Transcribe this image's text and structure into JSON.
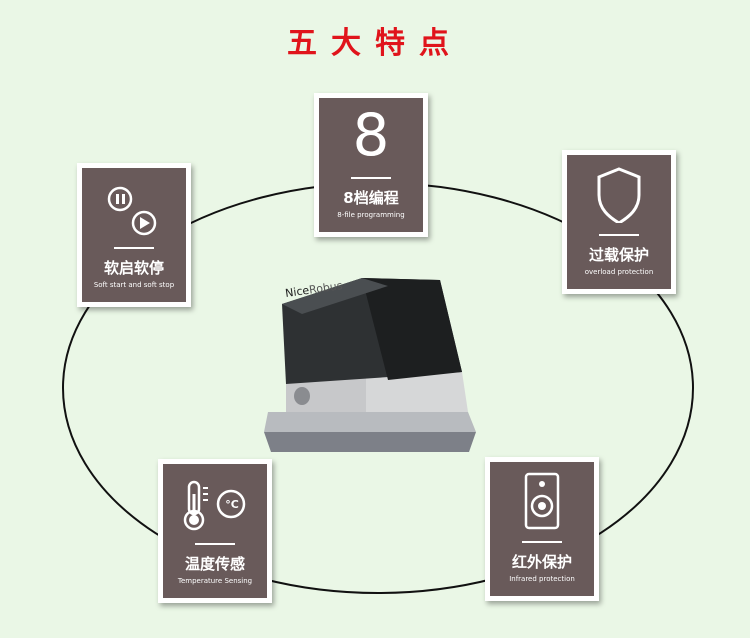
{
  "title": "五大特点",
  "features": {
    "soft": {
      "icon": "play-pause-icon",
      "label": "软启软停",
      "sub": "Soft start and soft stop"
    },
    "prog": {
      "icon": "number-8-icon",
      "number": "8",
      "label": "8档编程",
      "sub": "8-file programming"
    },
    "overload": {
      "icon": "shield-icon",
      "label": "过载保护",
      "sub": "overload protection"
    },
    "temp": {
      "icon": "thermometer-celsius-icon",
      "unit": "°C",
      "label": "温度传感",
      "sub": "Temperature Sensing"
    },
    "ir": {
      "icon": "infrared-sensor-icon",
      "label": "红外保护",
      "sub": "Infrared protection"
    }
  },
  "product": {
    "brand_nice": "Nice",
    "brand_robus": "Robus"
  },
  "colors": {
    "background": "#eaf7e6",
    "title": "#e0141b",
    "card": "#695a5a"
  }
}
